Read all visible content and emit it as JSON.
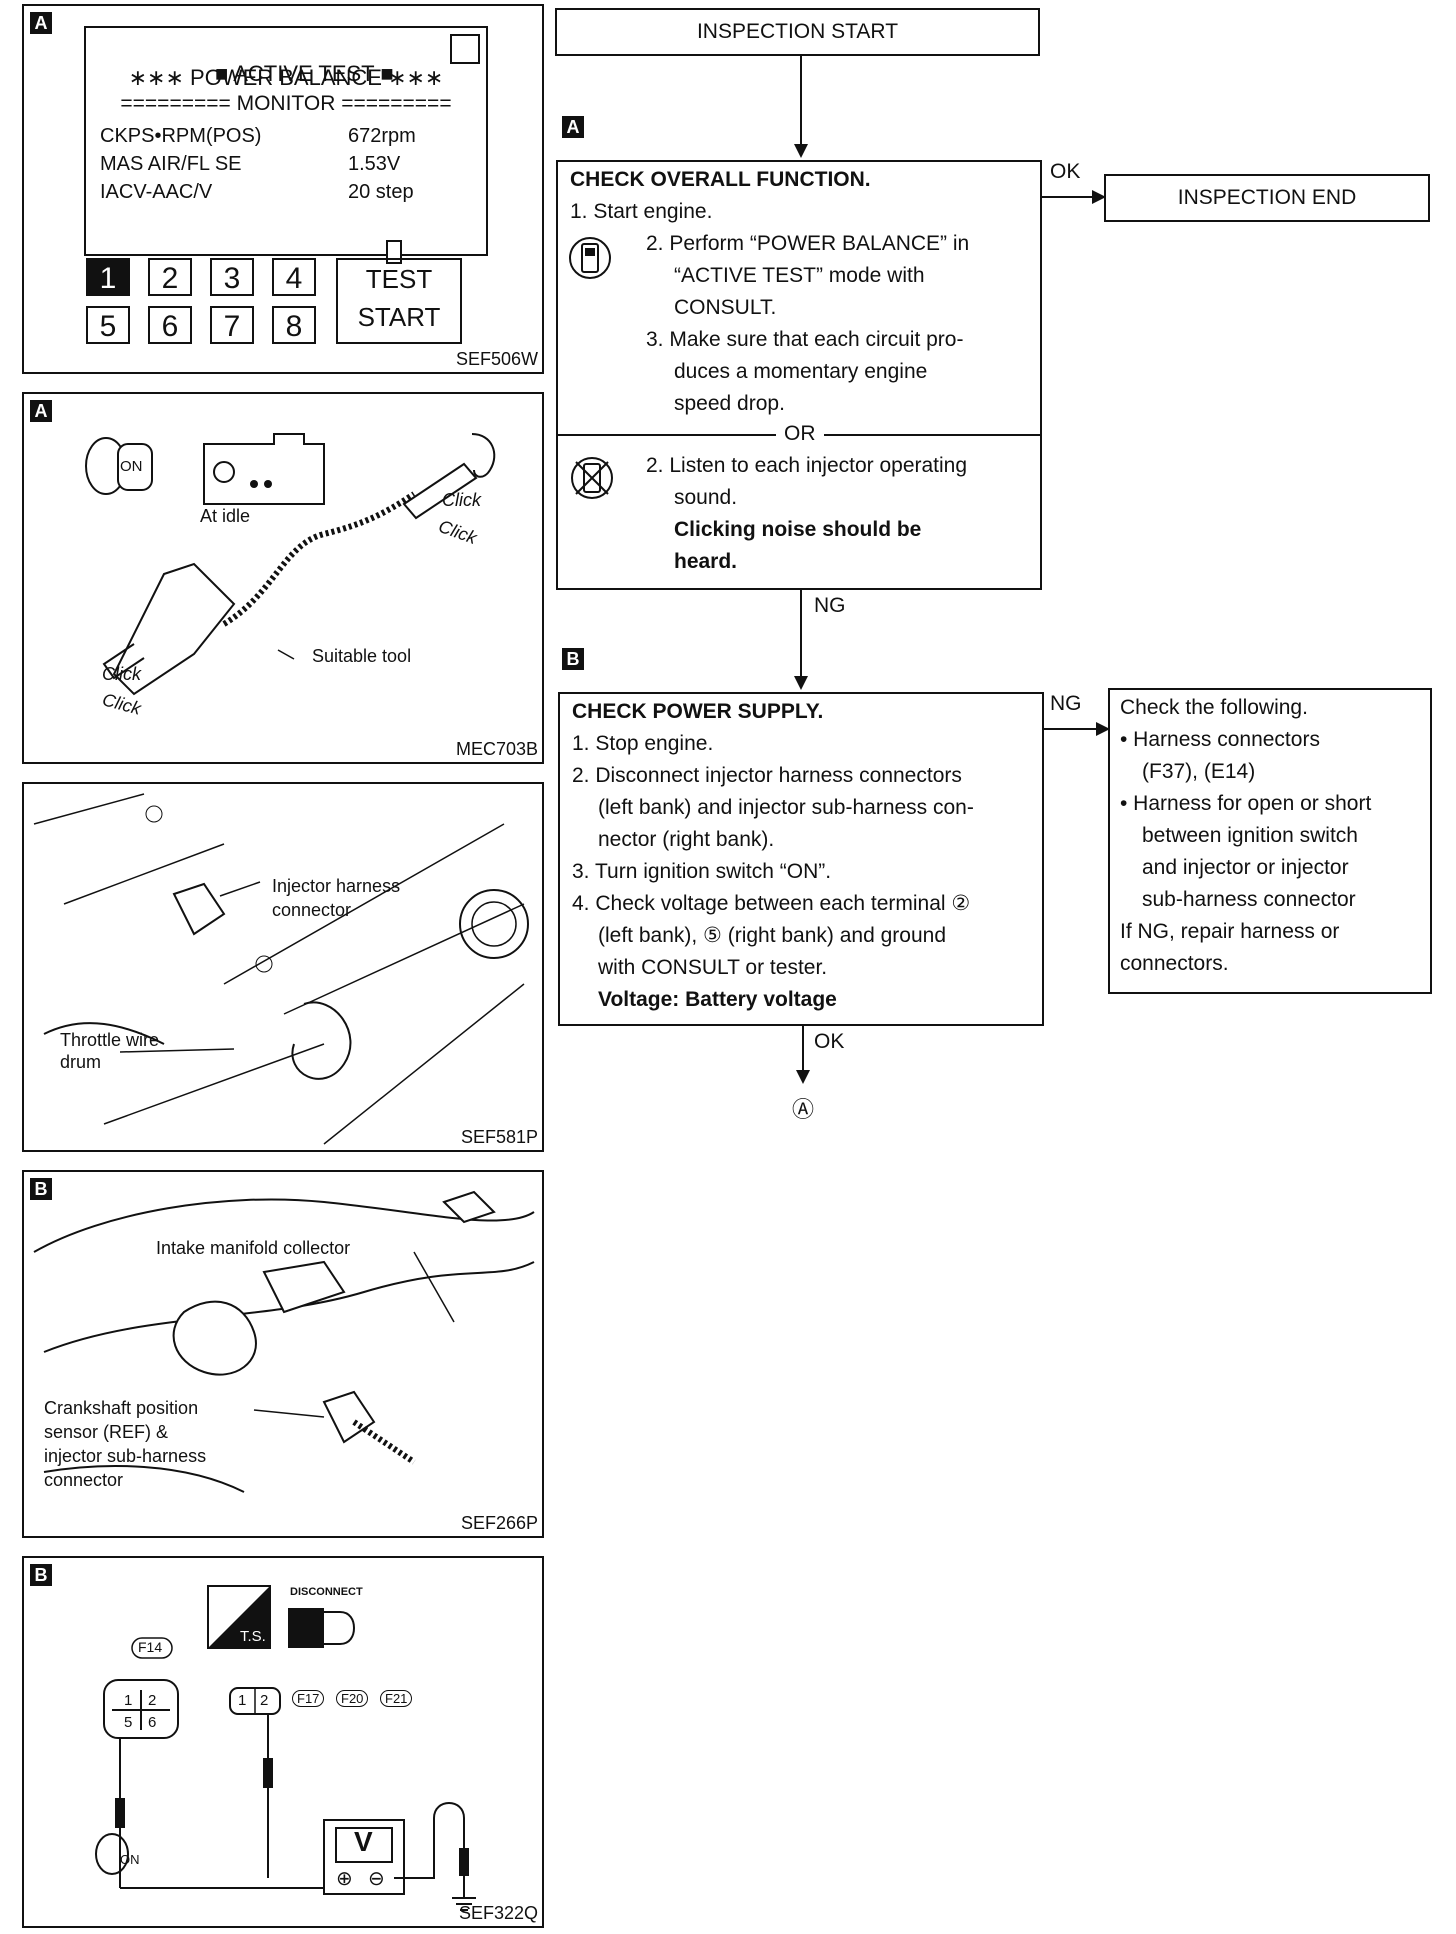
{
  "fig_sef506w": {
    "tag": "A",
    "code": "SEF506W",
    "title": "ACTIVE TEST",
    "subtitle": "∗∗∗ POWER BALANCE ∗∗∗",
    "monitor_header": "========= MONITOR =========",
    "rows": [
      {
        "label": "CKPS•RPM(POS)",
        "value": "672rpm"
      },
      {
        "label": "MAS AIR/FL SE",
        "value": "1.53V"
      },
      {
        "label": "IACV-AAC/V",
        "value": "20 step"
      }
    ],
    "keys_top": [
      "1",
      "2",
      "3",
      "4"
    ],
    "keys_bottom": [
      "5",
      "6",
      "7",
      "8"
    ],
    "test_label_1": "TEST",
    "test_label_2": "START"
  },
  "fig_mec703b": {
    "tag": "A",
    "code": "MEC703B",
    "on": "ON",
    "at_idle": "At idle",
    "click": "Click",
    "suitable_tool": "Suitable tool"
  },
  "fig_sef581p": {
    "code": "SEF581P",
    "injector_label_1": "Injector harness",
    "injector_label_2": "connector",
    "throttle_label_1": "Throttle wire",
    "throttle_label_2": "drum"
  },
  "fig_sef266p": {
    "tag": "B",
    "code": "SEF266P",
    "collector": "Intake manifold collector",
    "crank_1": "Crankshaft position",
    "crank_2": "sensor (REF) &",
    "crank_3": "injector sub-harness",
    "crank_4": "connector"
  },
  "fig_sef322q": {
    "tag": "B",
    "code": "SEF322Q",
    "ts": "T.S.",
    "disconnect": "DISCONNECT",
    "f14": "F14",
    "pins_left": [
      "1",
      "2",
      "5",
      "6"
    ],
    "pins_mid": [
      "1",
      "2"
    ],
    "connectors": [
      "F17",
      "F20",
      "F21"
    ],
    "meter": "V",
    "plus": "⊕",
    "minus": "⊖",
    "on": "ON"
  },
  "flow": {
    "start": "INSPECTION START",
    "end": "INSPECTION END",
    "tag_a": "A",
    "tag_b": "B",
    "ok": "OK",
    "ng": "NG",
    "or": "OR",
    "step1": {
      "title": "CHECK OVERALL FUNCTION.",
      "lines": [
        "1. Start engine.",
        "2. Perform “POWER BALANCE” in",
        "“ACTIVE TEST” mode with",
        "CONSULT.",
        "3. Make sure that each circuit pro-",
        "duces a momentary engine",
        "speed drop."
      ],
      "alt_lines": [
        "2. Listen to each injector operating",
        "sound."
      ],
      "alt_bold": [
        "Clicking noise should be",
        "heard."
      ]
    },
    "step2": {
      "title": "CHECK POWER SUPPLY.",
      "lines": [
        "1. Stop engine.",
        "2. Disconnect injector harness connectors",
        "(left bank) and injector sub-harness con-",
        "nector (right bank).",
        "3. Turn ignition switch “ON”.",
        "4. Check voltage between each terminal ②",
        "(left bank), ⑤  (right bank) and ground",
        "with CONSULT or tester."
      ],
      "bold": "Voltage: Battery voltage"
    },
    "check": {
      "lines": [
        "Check the following.",
        "• Harness connectors",
        "(F37), (E14)",
        "• Harness for open or short",
        "between ignition switch",
        "and injector or injector",
        "sub-harness connector",
        "If NG, repair harness or",
        "connectors."
      ]
    },
    "connector_a": "Ⓐ"
  }
}
